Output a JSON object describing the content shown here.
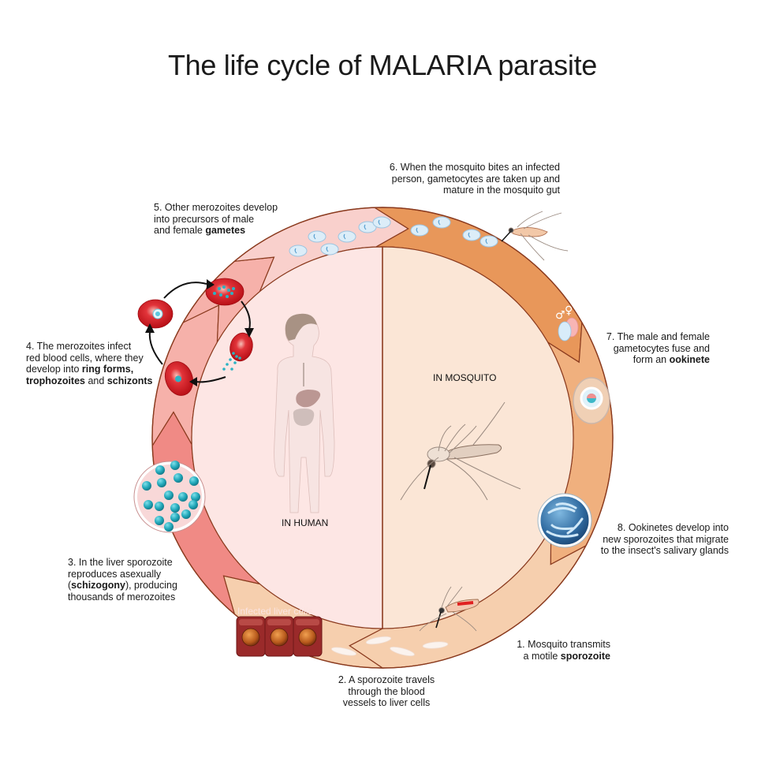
{
  "title": "The life cycle of MALARIA parasite",
  "zones": {
    "human": "IN HUMAN",
    "mosquito": "IN MOSQUITO"
  },
  "liver_label": "Infected liver cells",
  "steps": [
    {
      "id": 1,
      "lines": [
        [
          "1. Mosquito transmits"
        ],
        [
          "a motile ",
          {
            "b": "sporozoite"
          }
        ]
      ]
    },
    {
      "id": 2,
      "lines": [
        [
          "2. A sporozoite travels"
        ],
        [
          "through the blood"
        ],
        [
          "vessels to liver cells"
        ]
      ]
    },
    {
      "id": 3,
      "lines": [
        [
          "3. In the liver sporozoite"
        ],
        [
          "reproduces asexually"
        ],
        [
          "(",
          {
            "b": "schizogony"
          },
          "), producing"
        ],
        [
          "thousands of merozoites"
        ]
      ]
    },
    {
      "id": 4,
      "lines": [
        [
          "4. The merozoites infect"
        ],
        [
          "red blood cells, where they"
        ],
        [
          "develop into ",
          {
            "b": "ring forms,"
          }
        ],
        [
          {
            "b": "trophozoites"
          },
          " and ",
          {
            "b": "schizonts"
          }
        ]
      ]
    },
    {
      "id": 5,
      "lines": [
        [
          "5. Other merozoites develop"
        ],
        [
          " into precursors of male"
        ],
        [
          "and female ",
          {
            "b": "gametes"
          }
        ]
      ]
    },
    {
      "id": 6,
      "lines": [
        [
          "6. When the mosquito bites an infected"
        ],
        [
          "person, gametocytes are taken up and"
        ],
        [
          "mature in the mosquito gut"
        ]
      ]
    },
    {
      "id": 7,
      "lines": [
        [
          "7. The male and female"
        ],
        [
          "gametocytes fuse and"
        ],
        [
          "form an ",
          {
            "b": "ookinete"
          }
        ]
      ]
    },
    {
      "id": 8,
      "lines": [
        [
          "8. Ookinetes develop into"
        ],
        [
          "new sporozoites that migrate"
        ],
        [
          "to the insect's salivary glands"
        ]
      ]
    }
  ],
  "icons": {
    "male_symbol": "♂",
    "female_symbol": "♀"
  },
  "colors": {
    "human_inner": "#fde6e4",
    "mosquito_inner": "#fbe6d6",
    "ring_pink_light": "#f9d0cc",
    "ring_pink_mid": "#f6b1aa",
    "ring_pink_dark": "#f08a85",
    "ring_orange_dark": "#e8975a",
    "ring_orange_mid": "#f0b07e",
    "ring_peach": "#f6cfae",
    "outline": "#8a3a1e",
    "rbc": "#d9161e",
    "merozoite": "#2bb3c4"
  }
}
